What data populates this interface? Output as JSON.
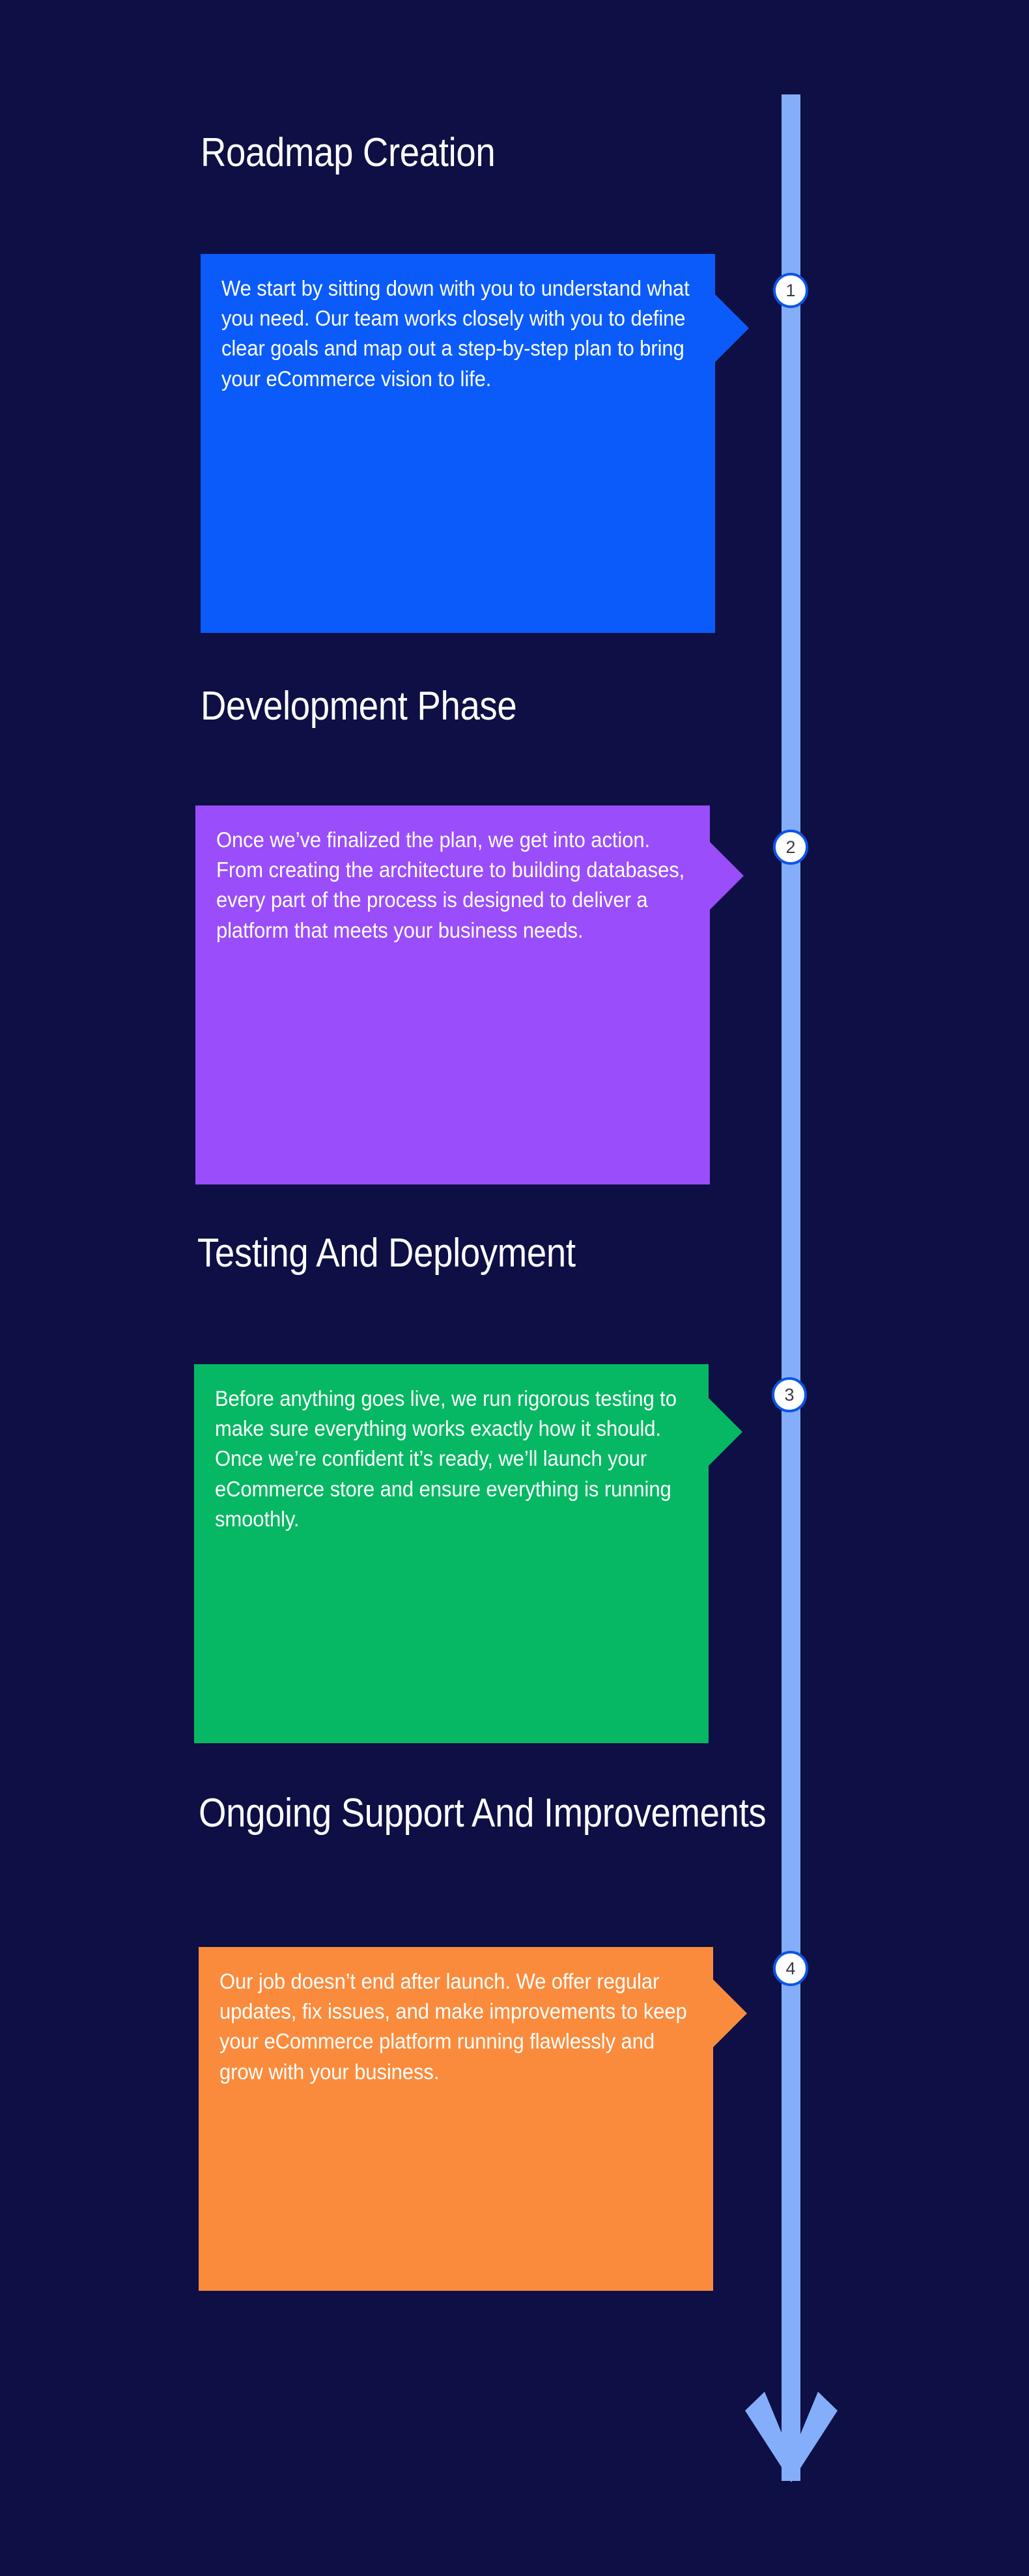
{
  "colors": {
    "background": "#0D0F45",
    "timeline": "#85AEFA",
    "marker_border": "#0A55E8",
    "marker_fill": "#FFFFFF",
    "marker_text": "#3B3B46",
    "heading_text": "#FFFFFF",
    "card_text": "#FFFFFF",
    "step1": "#0A5BFA",
    "step2": "#9A4DFB",
    "step3": "#06B863",
    "step4": "#FB8B3C"
  },
  "timeline": {
    "direction_icon": "down-arrow-icon",
    "markers": [
      "1",
      "2",
      "3",
      "4"
    ]
  },
  "steps": [
    {
      "number": "1",
      "heading": "Roadmap Creation",
      "body": "We start by sitting down with you to understand what you need. Our team works closely with you to define clear goals and map out a step-by-step plan to bring your eCommerce vision to life.",
      "color": "#0A5BFA"
    },
    {
      "number": "2",
      "heading": "Development Phase",
      "body": "Once we’ve finalized the plan, we get into action. From creating the architecture to building databases, every part of the process is designed to deliver a platform that meets your business needs.",
      "color": "#9A4DFB"
    },
    {
      "number": "3",
      "heading": "Testing And Deployment",
      "body": "Before anything goes live, we run rigorous testing to make sure everything works exactly how it should. Once we’re confident it’s ready, we’ll launch your eCommerce store and ensure everything is running smoothly.",
      "color": "#06B863"
    },
    {
      "number": "4",
      "heading": "Ongoing Support And Improvements",
      "body": "Our job doesn’t end after launch. We offer regular updates, fix issues, and make improvements to keep your eCommerce platform running flawlessly and grow with your business.",
      "color": "#FB8B3C"
    }
  ]
}
